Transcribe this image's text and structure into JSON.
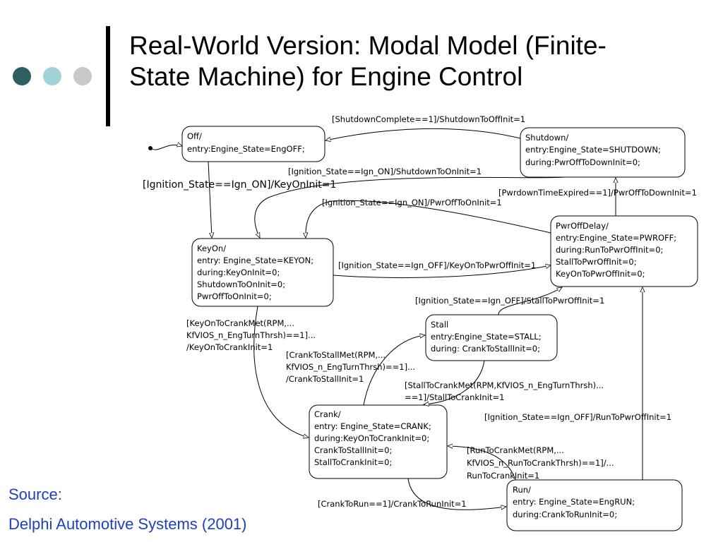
{
  "slide": {
    "title_line1": "Real-World Version: Modal Model (Finite-",
    "title_line2": "State Machine) for Engine Control",
    "source_label": "Source:",
    "source_org": "Delphi Automotive Systems (2001)"
  },
  "colors": {
    "dot_dark": "#2e5f63",
    "dot_light": "#9fd3d7",
    "dot_grey": "#c9c9c9",
    "source_text": "#1f3fbf"
  },
  "states": {
    "off": [
      "Off/",
      "entry:Engine_State=EngOFF;"
    ],
    "shutdown": [
      "Shutdown/",
      "entry:Engine_State=SHUTDOWN;",
      "during:PwrOffToDownInit=0;"
    ],
    "pwroffdelay": [
      "PwrOffDelay/",
      "entry:Engine_State=PWROFF;",
      "during:RunToPwrOffInit=0;",
      " StallToPwrOffInit=0;",
      " KeyOnToPwrOffInit=0;"
    ],
    "keyon": [
      "KeyOn/",
      "entry: Engine_State=KEYON;",
      "during:KeyOnInit=0;",
      " ShutdownToOnInit=0;",
      " PwrOffToOnInit=0;"
    ],
    "stall": [
      "Stall",
      "entry:Engine_State=STALL;",
      "during: CrankToStallInit=0;"
    ],
    "crank": [
      "Crank/",
      "entry: Engine_State=CRANK;",
      "during:KeyOnToCrankInit=0;",
      " CrankToStallInit=0;",
      " StallToCrankInit=0;"
    ],
    "run": [
      "Run/",
      "entry: Engine_State=EngRUN;",
      "during:CrankToRunInit=0;"
    ]
  },
  "transitions": {
    "shutdown_to_off": "[ShutdownComplete==1]/ShutdownToOffInit=1",
    "shutdown_to_keyon": "[Ignition_State==Ign_ON]/ShutdownToOnInit=1",
    "off_to_keyon": "[Ignition_State==Ign_ON]/KeyOnInit=1",
    "pwroff_to_shutdown": "[PwrdownTimeExpired==1]/PwrOffToDownInit=1",
    "pwroff_to_keyon": "[Ignition_State==Ign_ON]/PwrOffToOnInit=1",
    "keyon_to_pwroff": "[Ignition_State==Ign_OFF]/KeyOnToPwrOffInit=1",
    "stall_to_pwroff": "[Ignition_State==Ign_OFF]/StallToPwrOffInit=1",
    "keyon_to_crank": [
      "[KeyOnToCrankMet(RPM,...",
      " KfVIOS_n_EngTurnThrsh)==1]...",
      "/KeyOnToCrankInit=1"
    ],
    "crank_to_stall": [
      "[CrankToStallMet(RPM,...",
      " KfVIOS_n_EngTurnThrsh)==1]...",
      "/CrankToStallInit=1"
    ],
    "stall_to_crank": [
      "[StallToCrankMet(RPM,KfVIOS_n_EngTurnThrsh)...",
      "==1]/StallToCrankInit=1"
    ],
    "run_to_pwroff": "[Ignition_State==Ign_OFF]/RunToPwrOffInit=1",
    "run_to_crank": [
      "[RunToCrankMet(RPM,...",
      "KfVIOS_n_RunToCrankThrsh)==1]/...",
      "RunToCrankInit=1"
    ],
    "crank_to_run": "[CrankToRun==1]/CrankToRunInit=1"
  }
}
